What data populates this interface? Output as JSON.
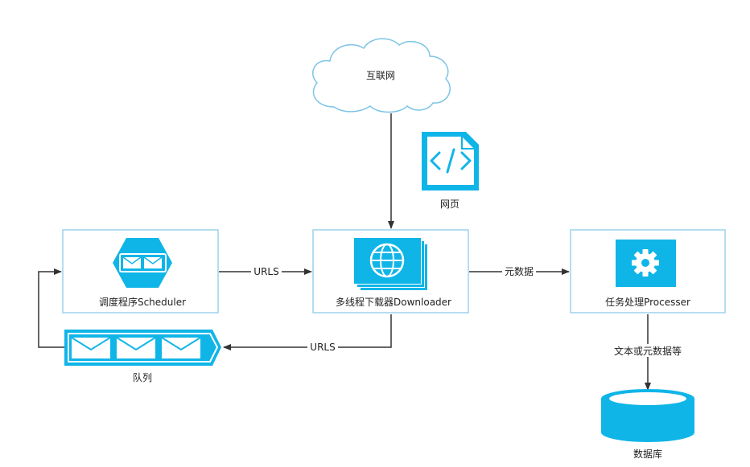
{
  "colors": {
    "accent": "#10b5e8",
    "box_border": "#9cd2ec",
    "arrow": "#333333",
    "cloud_border": "#7cc4e6"
  },
  "nodes": {
    "internet": {
      "label": "互联网",
      "icon": "cloud-icon"
    },
    "webpage": {
      "label": "网页",
      "icon": "code-file-icon"
    },
    "scheduler": {
      "label": "调度程序Scheduler",
      "icon": "queue-hexagon-icon"
    },
    "downloader": {
      "label": "多线程下载器Downloader",
      "icon": "globe-stack-icon"
    },
    "processer": {
      "label": "任务处理Processer",
      "icon": "gear-icon"
    },
    "queue": {
      "label": "队列",
      "icon": "envelope-queue-icon"
    },
    "database": {
      "label": "数据库",
      "icon": "database-icon"
    }
  },
  "edges": {
    "scheduler_to_downloader": "URLS",
    "downloader_to_processer": "元数据",
    "downloader_to_queue": "URLS",
    "processer_to_database": "文本或元数据等"
  }
}
